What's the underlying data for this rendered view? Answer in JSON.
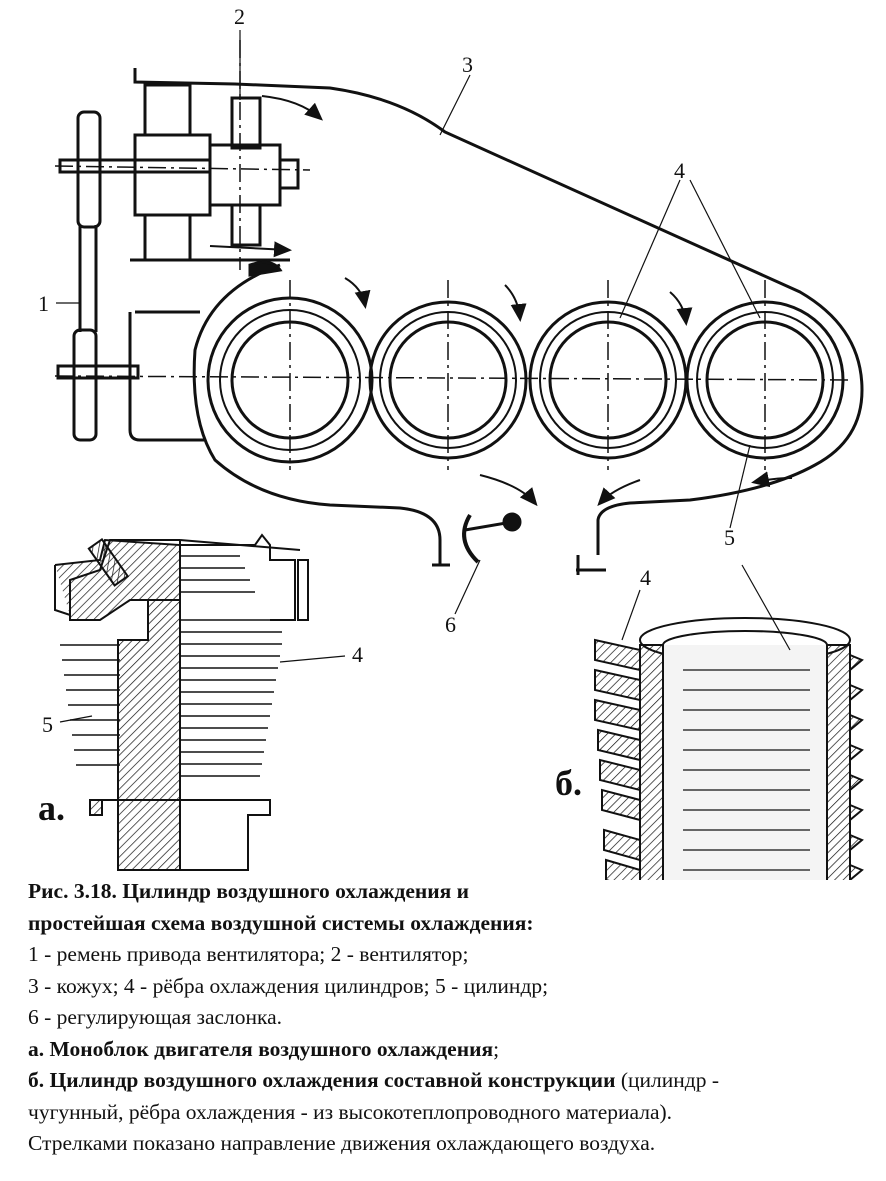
{
  "labels": {
    "belt_num": "1",
    "fan_num": "2",
    "shroud_num": "3",
    "fins_num": "4",
    "cylinder_num": "5",
    "damper_num": "6",
    "panel_a": "а.",
    "panel_b": "б."
  },
  "caption": {
    "title_line1": "Рис. 3.18. Цилиндр воздушного охлаждения и",
    "title_line2": "простейшая схема воздушной системы охлаждения:",
    "legend_line1": "1 - ремень привода вентилятора; 2 - вентилятор;",
    "legend_line2": "3 - кожух; 4 - рёбра охлаждения цилиндров; 5 - цилиндр;",
    "legend_line3": "6 - регулирующая заслонка.",
    "a_bold": "а. Моноблок двигателя воздушного охлаждения",
    "a_end": ";",
    "b_bold": "б. Цилиндр воздушного охлаждения составной конструкции",
    "b_rest": " (цилиндр -",
    "b_line2": "чугунный, рёбра охлаждения - из высокотеплопроводного материала).",
    "arrows_note": "Стрелками показано направление движения охлаждающего воздуха."
  }
}
